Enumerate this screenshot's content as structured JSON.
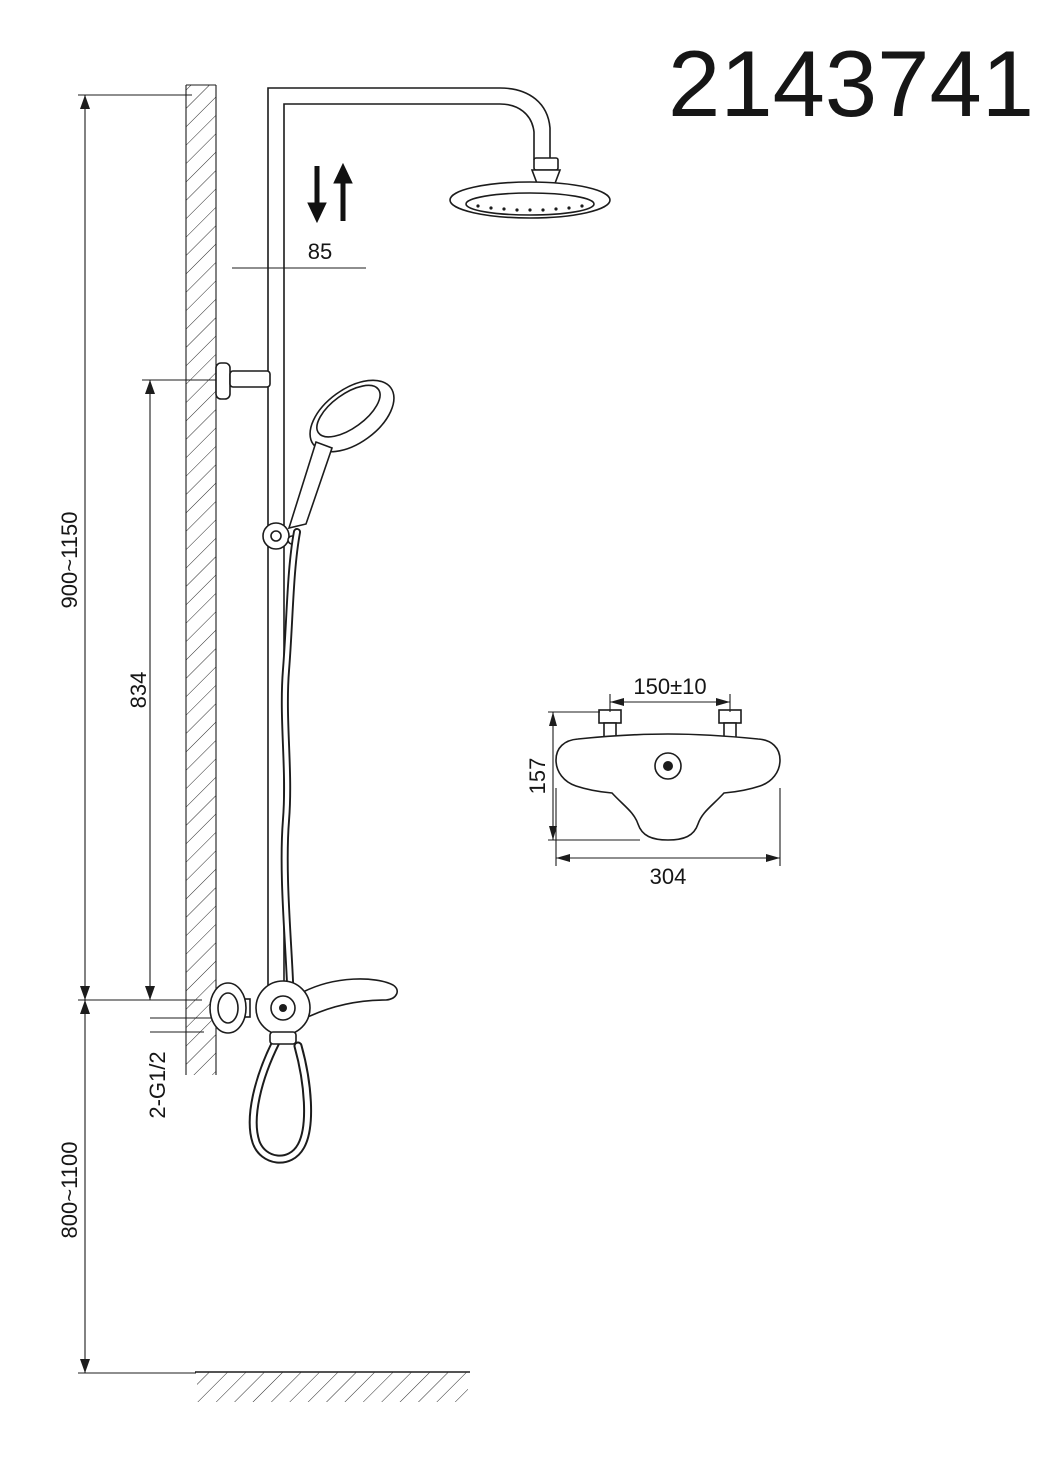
{
  "part_number": "2143741",
  "dims": {
    "head_offset": "85",
    "column_height_range": "900~1150",
    "rail_length": "834",
    "outlet_height_range": "800~1100",
    "inlet_thread": "2-G1/2",
    "inlet_spacing": "150±10",
    "valve_height": "157",
    "valve_width": "304"
  },
  "icons": {
    "height_adjust_up": "arrow-up",
    "height_adjust_down": "arrow-down"
  }
}
